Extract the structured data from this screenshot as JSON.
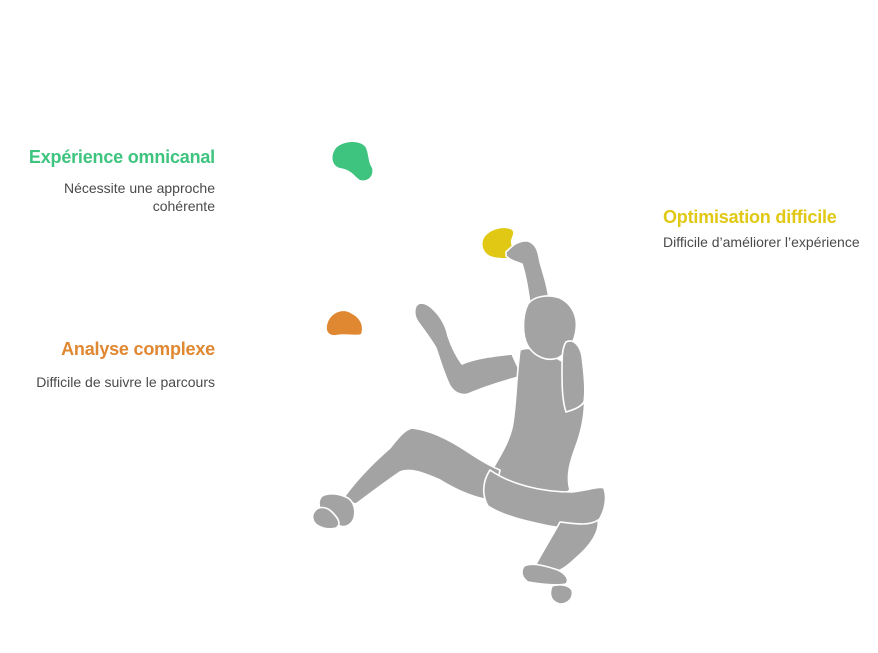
{
  "colors": {
    "green": "#3ec47f",
    "orange": "#e08731",
    "yellow": "#e0c815",
    "climber": "#a3a3a3",
    "text": "#4a4a4a"
  },
  "labels": {
    "omnicanal": {
      "title": "Expérience omnicanal",
      "description": "Nécessite une approche cohérente"
    },
    "analyse": {
      "title": "Analyse complexe",
      "description": "Difficile de suivre le parcours"
    },
    "optimisation": {
      "title": "Optimisation difficile",
      "description": "Difficile d’améliorer l’expérience"
    }
  },
  "illustration": {
    "subject": "climber-on-wall",
    "holds": [
      "green-hold",
      "orange-hold",
      "yellow-hold"
    ]
  }
}
